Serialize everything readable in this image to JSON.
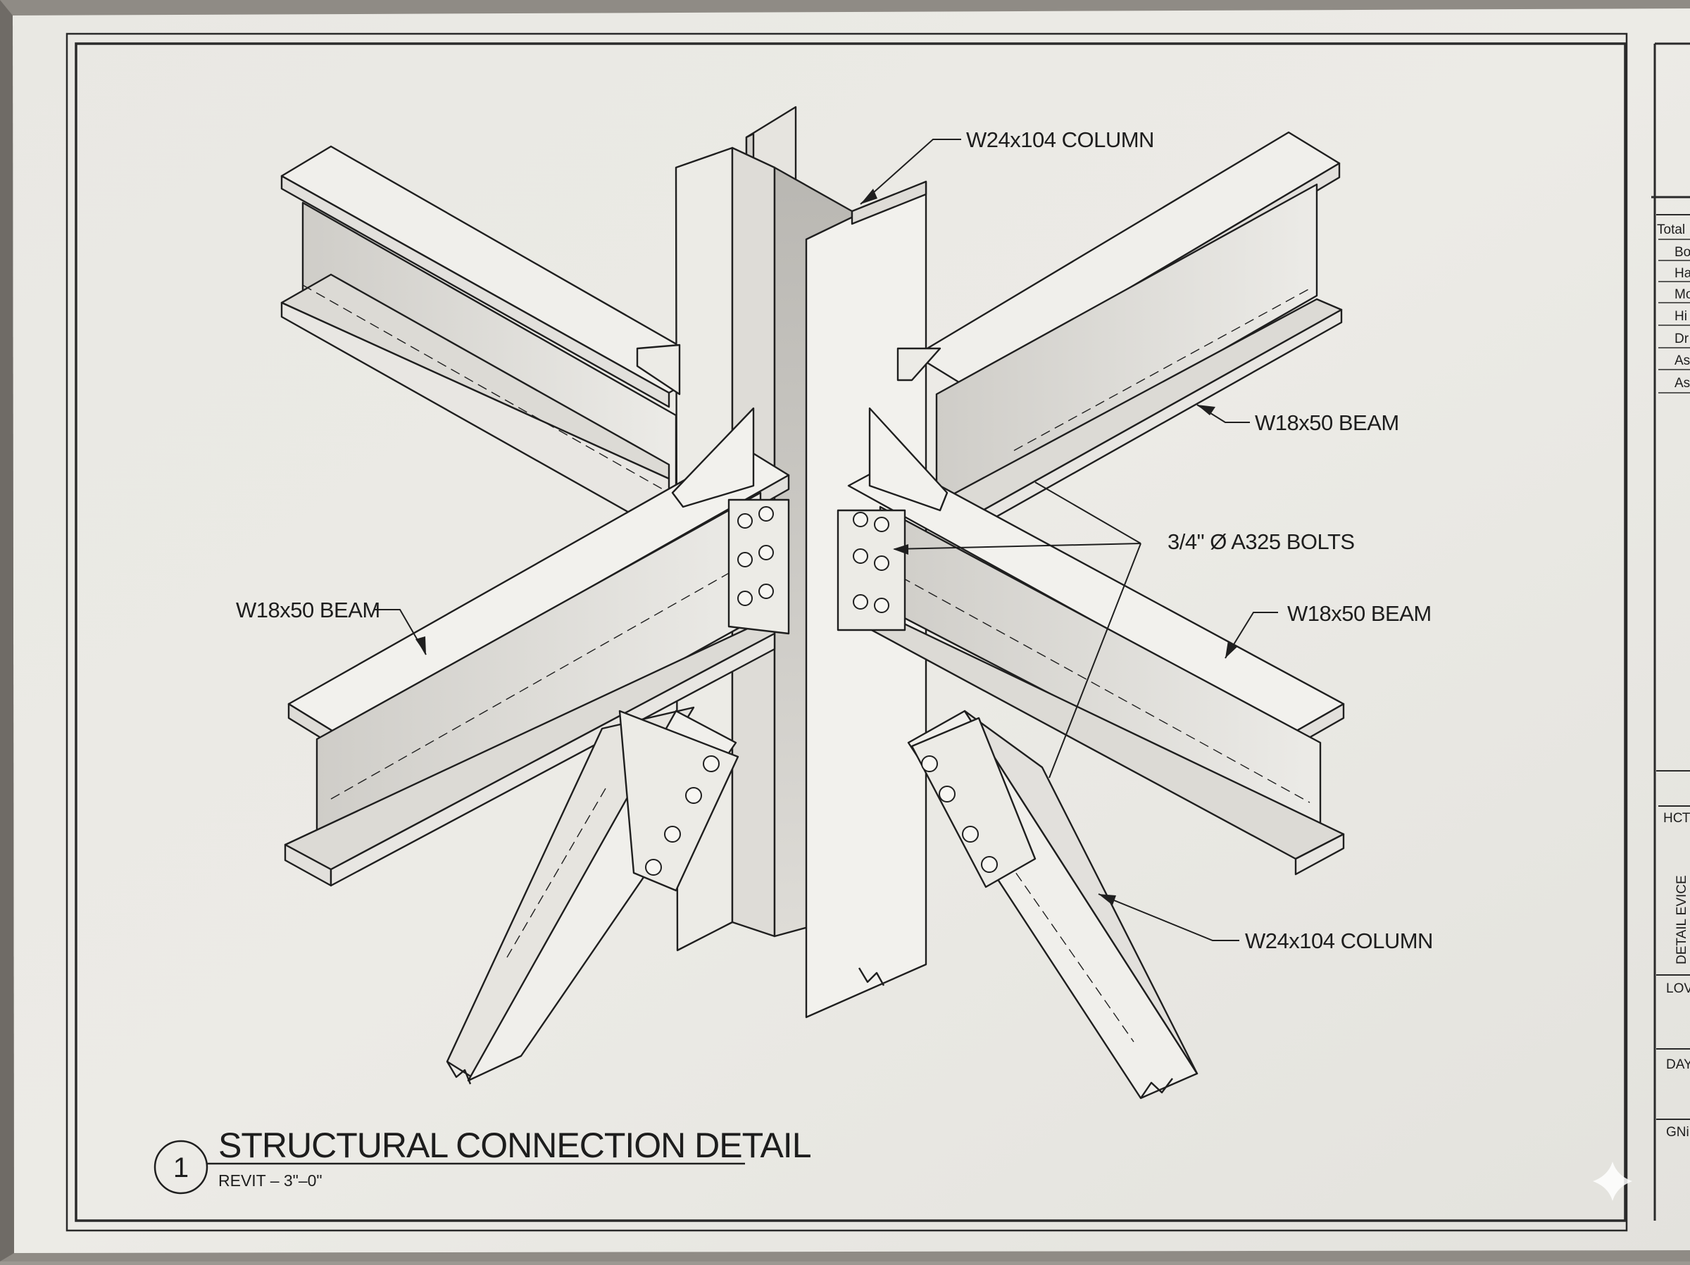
{
  "labels": {
    "column_top": "W24x104 COLUMN",
    "beam_upper_right": "W18x50 BEAM",
    "bolts": "3/4\" Ø A325 BOLTS",
    "beam_left": "W18x50 BEAM",
    "beam_right": "W18x50 BEAM",
    "column_bottom": "W24x104 COLUMN"
  },
  "title": {
    "number": "1",
    "text": "STRUCTURAL CONNECTION DETAIL",
    "scale": "REVIT – 3\"–0\""
  },
  "title_block": {
    "table_header": "Total",
    "table_rows": [
      "Bo",
      "Ha",
      "Mo",
      "Hi",
      "Dr",
      "As",
      "As"
    ],
    "label_top": "НСТІ",
    "vertical": "DETAIL EVICE",
    "low": "LOV",
    "day": "DAY",
    "gn": "GNi"
  }
}
